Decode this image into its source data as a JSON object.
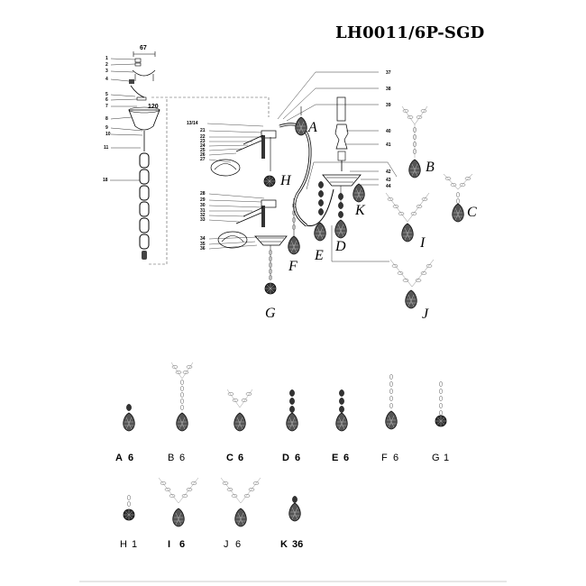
{
  "title": "LH0011/6P-SGD",
  "dims": {
    "canopy_width": "67",
    "plate_width": "120"
  },
  "part_numbers_left": [
    "1",
    "2",
    "3",
    "4",
    "5",
    "6",
    "7",
    "8",
    "9",
    "10",
    "11",
    "18"
  ],
  "part_numbers_mid": [
    "13/14",
    "21",
    "22",
    "23",
    "24",
    "25",
    "26",
    "27",
    "28",
    "29",
    "30",
    "31",
    "32",
    "33",
    "34",
    "35",
    "36"
  ],
  "part_numbers_right": [
    "37",
    "38",
    "39",
    "40",
    "41",
    "42",
    "43",
    "44"
  ],
  "assembly_letters": [
    "A",
    "B",
    "C",
    "D",
    "E",
    "F",
    "G",
    "H",
    "I",
    "J",
    "K"
  ],
  "legend": [
    {
      "letter": "A",
      "qty": "6",
      "bold": true
    },
    {
      "letter": "B",
      "qty": "6",
      "bold": false
    },
    {
      "letter": "C",
      "qty": "6",
      "bold": true
    },
    {
      "letter": "D",
      "qty": "6",
      "bold": true
    },
    {
      "letter": "E",
      "qty": "6",
      "bold": true
    },
    {
      "letter": "F",
      "qty": "6",
      "bold": false
    },
    {
      "letter": "G",
      "qty": "1",
      "bold": false
    },
    {
      "letter": "H",
      "qty": "1",
      "bold": false
    },
    {
      "letter": "I",
      "qty": "6",
      "bold": true
    },
    {
      "letter": "J",
      "qty": "6",
      "bold": false
    },
    {
      "letter": "K",
      "qty": "36",
      "bold": true
    }
  ]
}
